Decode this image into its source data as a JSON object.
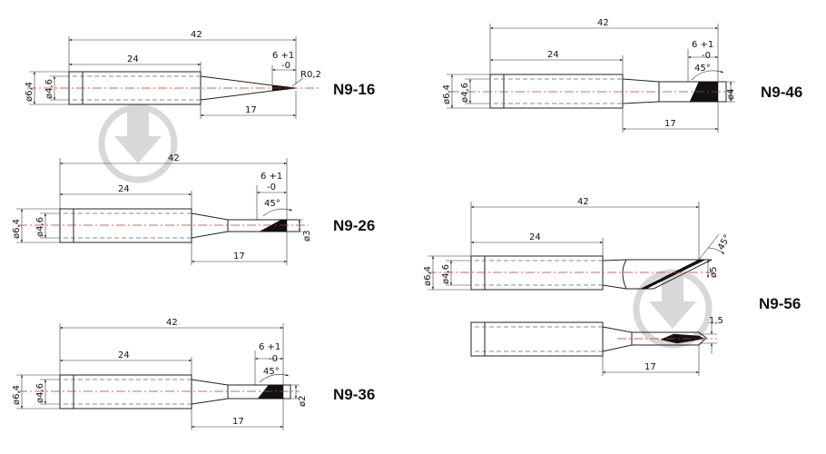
{
  "diagrams": [
    {
      "id": "n9-16",
      "label": "N9-16",
      "overall_length": "42",
      "handle_length": "24",
      "tip_length": "17",
      "tip_tolerance_top": "6 +1",
      "tip_tolerance_bottom": "-0",
      "outer_diameter": "ø6,4",
      "inner_diameter": "ø4,6",
      "tip_radius": "R0,2"
    },
    {
      "id": "n9-26",
      "label": "N9-26",
      "overall_length": "42",
      "handle_length": "24",
      "tip_length": "17",
      "tip_tolerance_top": "6 +1",
      "tip_tolerance_bottom": "-0",
      "outer_diameter": "ø6,4",
      "inner_diameter": "ø4,6",
      "bevel_angle": "45°",
      "tip_diameter": "ø3"
    },
    {
      "id": "n9-36",
      "label": "N9-36",
      "overall_length": "42",
      "handle_length": "24",
      "tip_length": "17",
      "tip_tolerance_top": "6 +1",
      "tip_tolerance_bottom": "-0",
      "outer_diameter": "ø6,4",
      "inner_diameter": "ø4,6",
      "bevel_angle": "45°",
      "tip_diameter": "ø2"
    },
    {
      "id": "n9-46",
      "label": "N9-46",
      "overall_length": "42",
      "handle_length": "24",
      "tip_length": "17",
      "tip_tolerance_top": "6 +1",
      "tip_tolerance_bottom": "-0",
      "outer_diameter": "ø6,4",
      "inner_diameter": "ø4,6",
      "bevel_angle": "45°",
      "tip_diameter": "ø4"
    },
    {
      "id": "n9-56",
      "label": "N9-56",
      "overall_length": "42",
      "handle_length": "24",
      "tip_length": "17",
      "outer_diameter": "ø6,4",
      "inner_diameter": "ø4,6",
      "bevel_angle": "45°",
      "tip_diameter": "ø5",
      "tip_thickness": "1,5"
    }
  ]
}
